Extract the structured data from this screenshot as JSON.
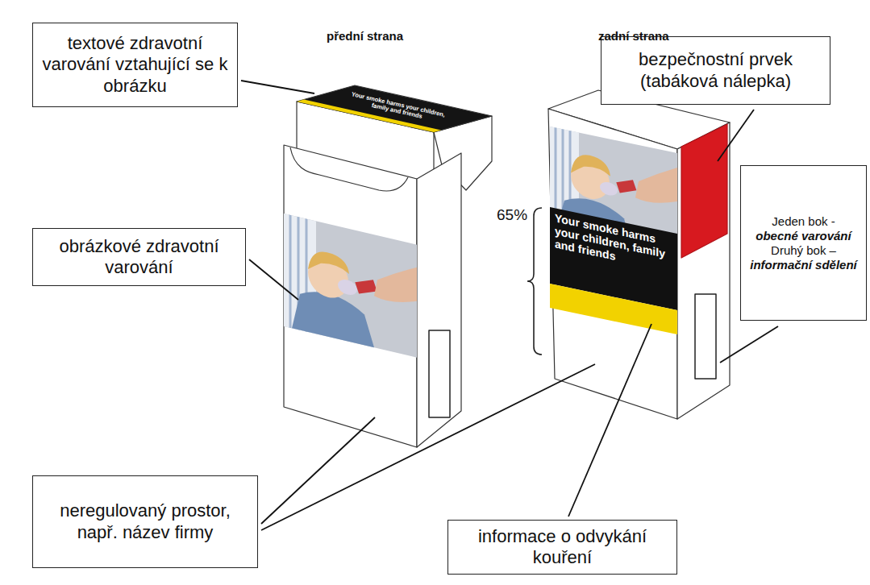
{
  "diagram": {
    "nodes": [
      {
        "text": [
          "textové zdravotní varování vztahující se k obrázku"
        ]
      },
      {
        "text": [
          "obrázkové zdravotní varování"
        ]
      },
      {
        "text": [
          "bezpečnostní prvek (tabáková nálepka)"
        ]
      },
      {
        "text": [
          "Jeden bok -",
          "obecné varování",
          "Druhý bok –",
          "informační sdělení"
        ]
      },
      {
        "text": [
          "neregulovaný prostor, např. název firmy"
        ]
      },
      {
        "text": [
          "informace o odvykání kouření"
        ]
      }
    ],
    "labels": [
      "přední strana",
      "zadní strana",
      "Your smoke harms your children, family and friends",
      "65%",
      "Your smoke harms your children, family and friends"
    ]
  }
}
